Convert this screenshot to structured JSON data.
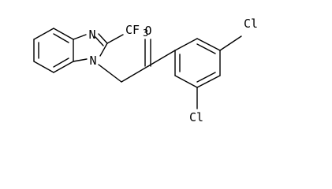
{
  "molecule": {
    "atoms": {
      "n_imine": "N",
      "n_ring": "N",
      "cf3_c": "CF",
      "cf3_sub": "3",
      "carbonyl_o": "O",
      "cl_para": "Cl",
      "cl_ortho": "Cl"
    },
    "colors": {
      "bond": "#000000",
      "label": "#000000",
      "background": "#ffffff"
    }
  }
}
